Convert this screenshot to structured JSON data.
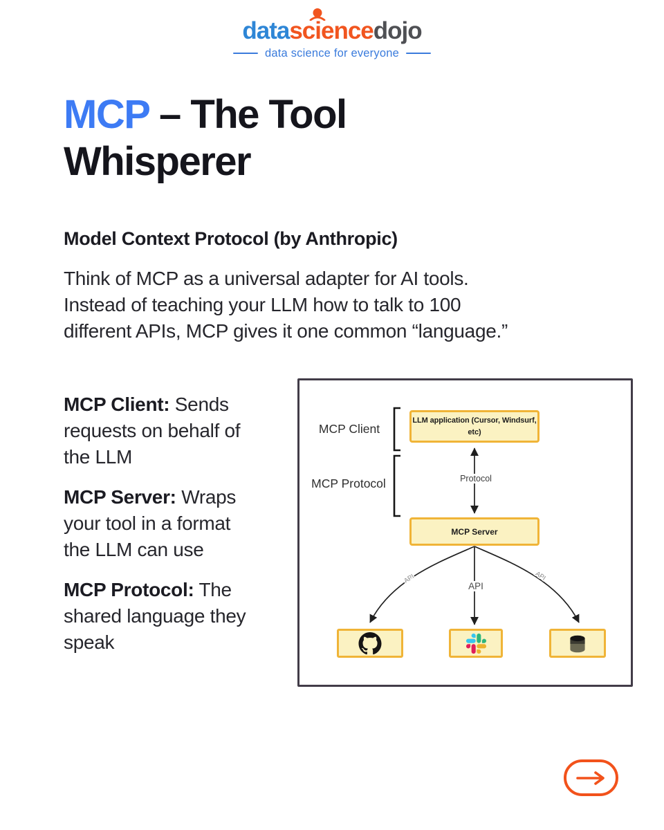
{
  "logo": {
    "word_data": "data",
    "word_science": "science",
    "word_dojo": "dojo",
    "tagline": "data science for everyone",
    "colors": {
      "data_blue": "#2E86D6",
      "science_orange": "#F1551F",
      "dojo_gray": "#4F5054",
      "tagline_blue": "#3A7BDC"
    }
  },
  "title": {
    "highlight": "MCP",
    "rest": " – The Tool Whisperer",
    "highlight_color": "#3D7BF4"
  },
  "subtitle": "Model Context Protocol (by Anthropic)",
  "intro": "Think of MCP as a universal adapter for AI tools. Instead of teaching your LLM how to talk to 100 different APIs, MCP gives it one common “language.”",
  "definitions": [
    {
      "term": "MCP Client:",
      "desc": " Sends requests on behalf of the LLM"
    },
    {
      "term": "MCP Server:",
      "desc": " Wraps your tool in a format the LLM can use"
    },
    {
      "term": "MCP Protocol:",
      "desc": " The shared language they speak"
    }
  ],
  "diagram": {
    "client_bracket_label": "MCP Client",
    "protocol_bracket_label": "MCP Protocol",
    "llm_box_label": "LLM application (Cursor, Windsurf,\netc)",
    "server_box_label": "MCP Server",
    "vertical_arrow_label": "Protocol",
    "center_arrow_label": "API",
    "left_arrow_label": "API",
    "right_arrow_label": "API",
    "tool_icons": [
      "github-icon",
      "slack-icon",
      "database-icon"
    ],
    "colors": {
      "box_fill": "#FBF2C2",
      "box_border": "#F0B437",
      "frame_border": "#423C48",
      "arrow": "#1F1F1F"
    }
  },
  "next_button": {
    "icon": "arrow-right-icon",
    "color": "#F2521B"
  }
}
